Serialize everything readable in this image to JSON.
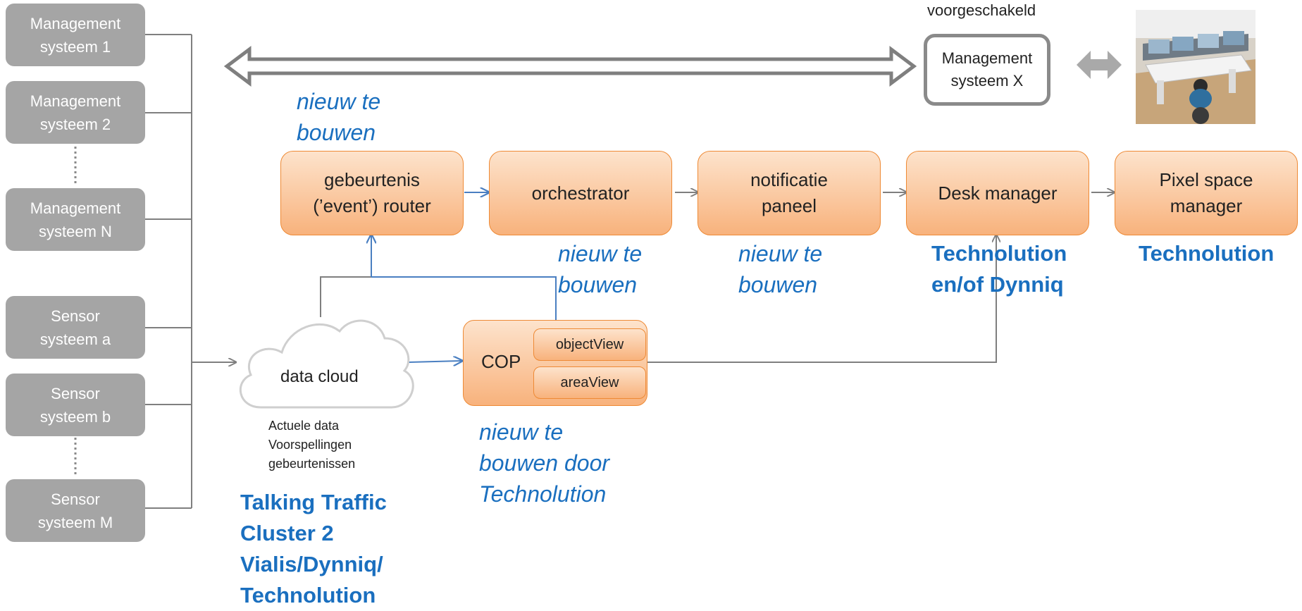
{
  "left_systems": [
    {
      "line1": "Management",
      "line2": "systeem 1"
    },
    {
      "line1": "Management",
      "line2": "systeem 2"
    },
    {
      "line1": "Management",
      "line2": "systeem N"
    },
    {
      "line1": "Sensor",
      "line2": "systeem a"
    },
    {
      "line1": "Sensor",
      "line2": "systeem b"
    },
    {
      "line1": "Sensor",
      "line2": "systeem M"
    }
  ],
  "pipeline": [
    {
      "line1": "gebeurtenis",
      "line2": "(’event’)  router"
    },
    {
      "line1": "orchestrator",
      "line2": ""
    },
    {
      "line1": "notificatie",
      "line2": "paneel"
    },
    {
      "line1": "Desk manager",
      "line2": ""
    },
    {
      "line1": "Pixel space",
      "line2": "manager"
    }
  ],
  "top": {
    "label": "voorgeschakeld",
    "management_x": {
      "line1": "Management",
      "line2": "systeem X"
    }
  },
  "cloud": {
    "label": "data cloud",
    "notes": [
      "Actuele data",
      "Voorspellingen",
      "gebeurtenissen"
    ]
  },
  "cop": {
    "label": "COP",
    "views": [
      "objectView",
      "areaView"
    ]
  },
  "annotations": {
    "router": [
      "nieuw te",
      "bouwen"
    ],
    "orchestrator": [
      "nieuw te",
      "bouwen"
    ],
    "notificatie": [
      "nieuw te",
      "bouwen"
    ],
    "cop": [
      "nieuw te",
      "bouwen door",
      "Technolution"
    ],
    "desk": [
      "Technolution",
      "en/of Dynniq"
    ],
    "pixel": [
      "Technolution"
    ],
    "cloud": [
      "Talking Traffic",
      "Cluster 2",
      "Vialis/Dynniq/",
      "Technolution"
    ]
  },
  "colors": {
    "gray_box": "#a5a5a5",
    "orange_border": "#ee8a35",
    "orange_light": "#fde3cc",
    "orange_dark": "#f8b27c",
    "blue_text": "#1a6fbf",
    "connector_gray": "#7f7f7f",
    "connector_blue": "#4a7fc1"
  },
  "icons": {
    "control_room": "operator-desk-image",
    "double_arrow": "double-arrow-icon"
  }
}
